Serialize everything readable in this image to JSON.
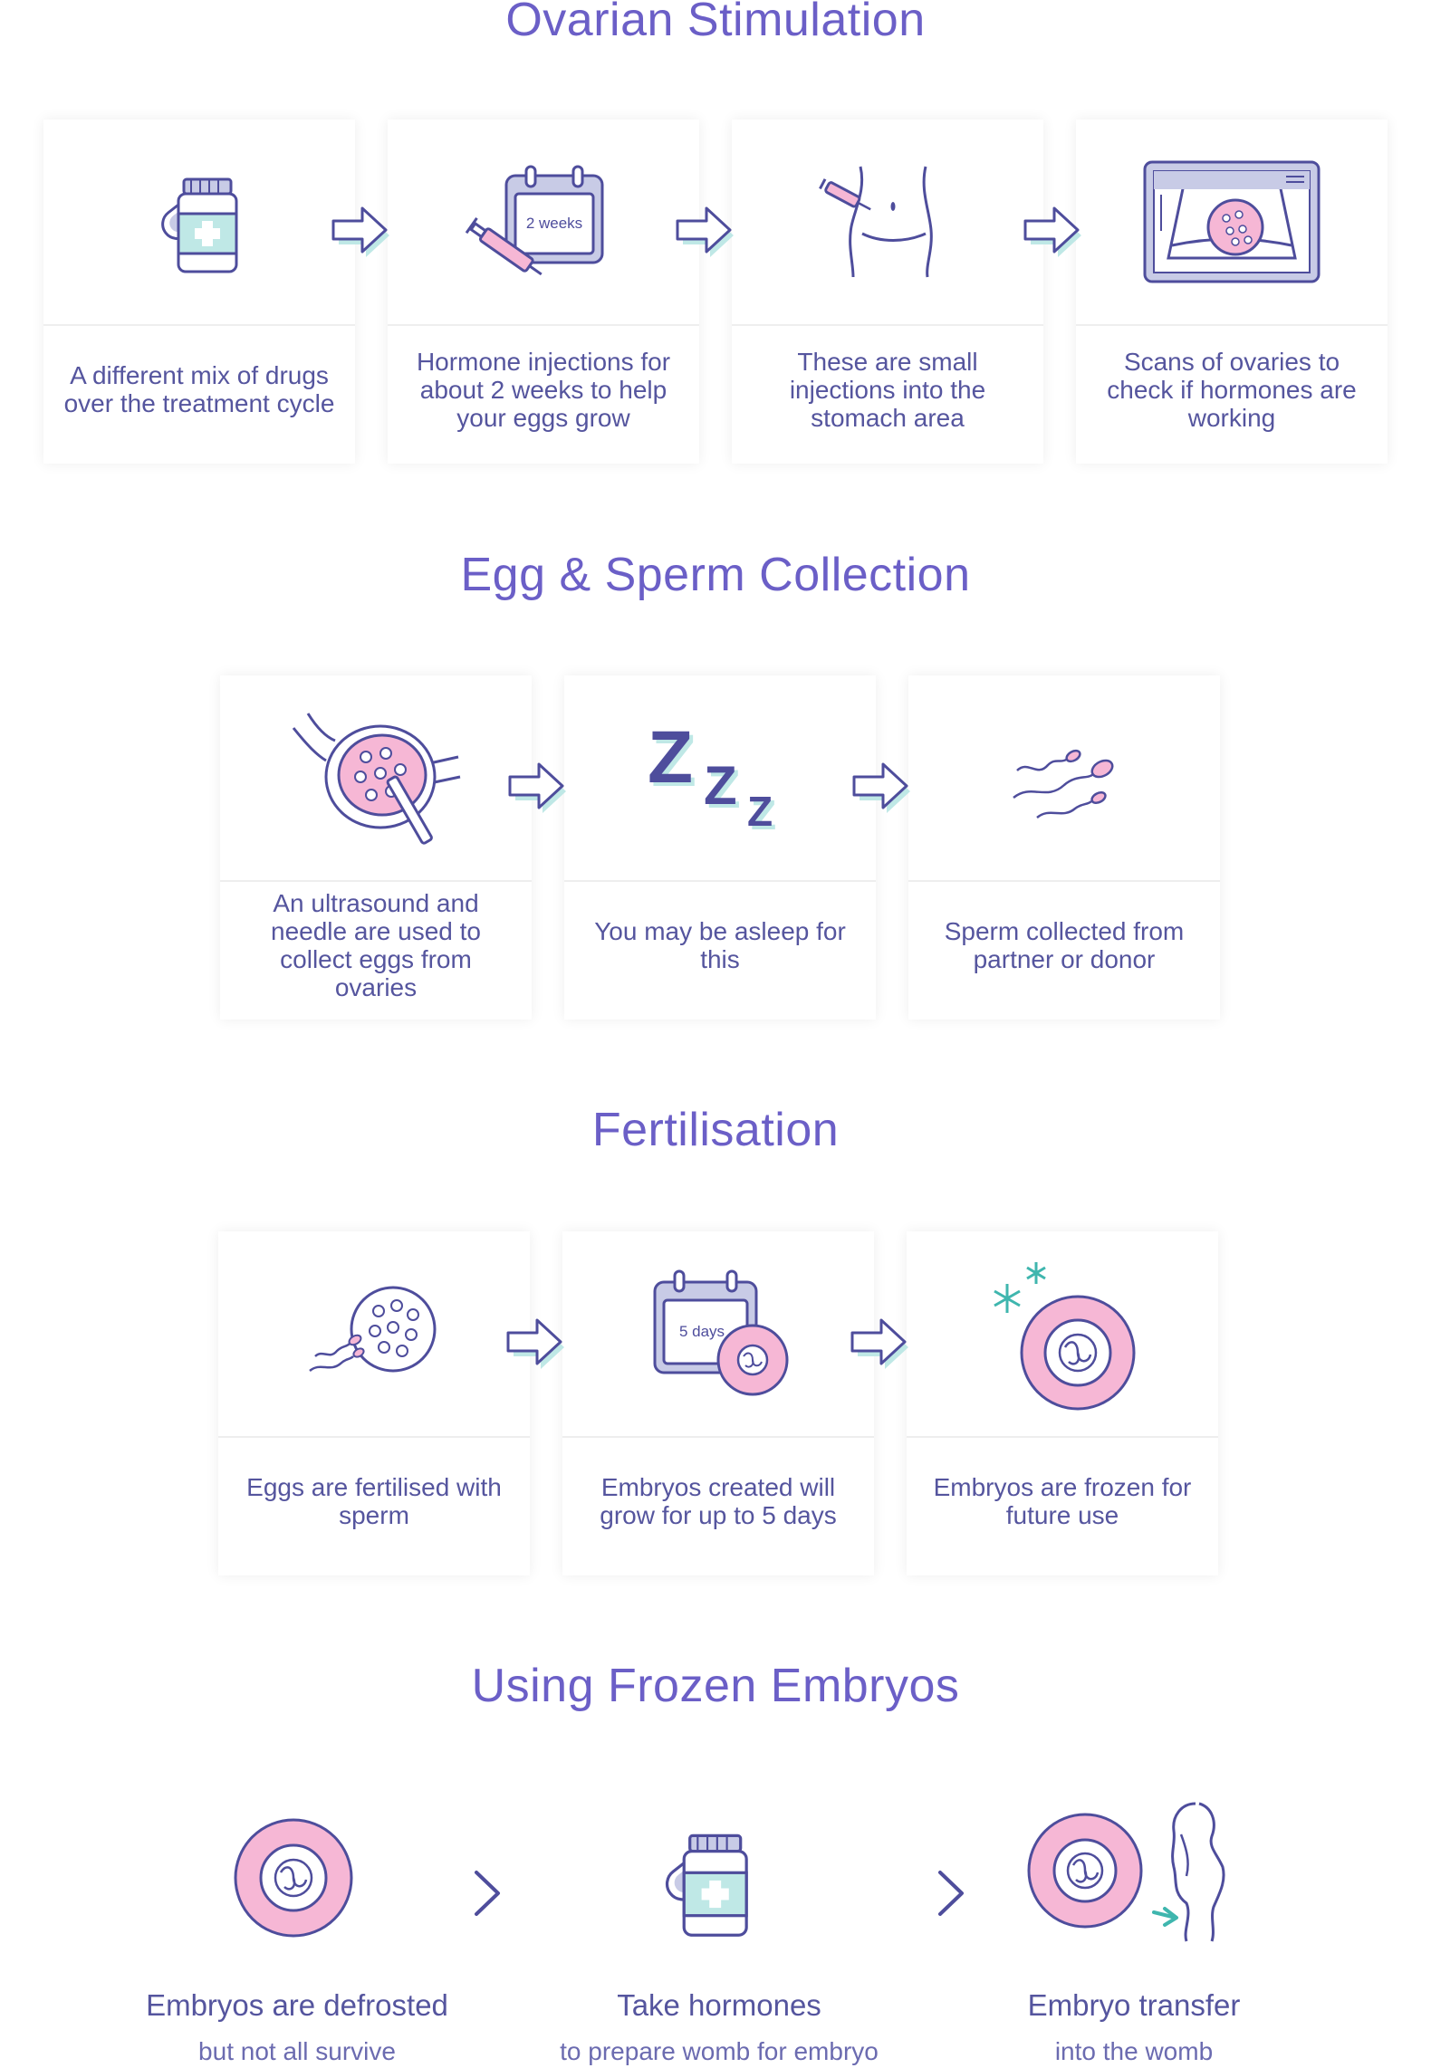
{
  "colors": {
    "title": "#6b5fc7",
    "text": "#55559e",
    "outline": "#4e4d9c",
    "pink": "#f6b7d5",
    "blue_fill": "#c8cbe6",
    "mint": "#bfe8e6",
    "teal": "#3fb6ae"
  },
  "sections": [
    {
      "title": "Ovarian Stimulation",
      "cards": [
        {
          "icon": "medicine-bottle-icon",
          "text": "A different mix of drugs over the treatment cycle"
        },
        {
          "icon": "calendar-syringe-icon",
          "icon_label": "2 weeks",
          "text": "Hormone injections for about 2 weeks to help your eggs grow"
        },
        {
          "icon": "stomach-injection-icon",
          "text": "These are small injections into the stomach area"
        },
        {
          "icon": "ultrasound-monitor-icon",
          "text": "Scans of ovaries to check if hormones are working"
        }
      ]
    },
    {
      "title": "Egg & Sperm Collection",
      "cards": [
        {
          "icon": "ovary-needle-icon",
          "text": "An ultrasound and needle are used to collect eggs from ovaries"
        },
        {
          "icon": "sleep-zzz-icon",
          "icon_label": "Z Z Z",
          "text": "You may be asleep for this"
        },
        {
          "icon": "sperm-icon",
          "text": "Sperm collected from partner or donor"
        }
      ]
    },
    {
      "title": "Fertilisation",
      "cards": [
        {
          "icon": "egg-sperm-icon",
          "text": "Eggs are fertilised with sperm"
        },
        {
          "icon": "calendar-embryo-icon",
          "icon_label": "5 days",
          "text": "Embryos created will grow for up to 5 days"
        },
        {
          "icon": "frozen-embryo-icon",
          "text": "Embryos are frozen for future use"
        }
      ]
    },
    {
      "title": "Using Frozen Embryos",
      "stages": [
        {
          "icon": "embryo-icon",
          "title": "Embryos are defrosted",
          "sub": "but not all survive"
        },
        {
          "icon": "medicine-bottle-icon",
          "title": "Take hormones",
          "sub": "to prepare womb for embryo"
        },
        {
          "icon": "embryo-transfer-icon",
          "title": "Embryo transfer",
          "sub": "into the womb"
        }
      ]
    }
  ]
}
